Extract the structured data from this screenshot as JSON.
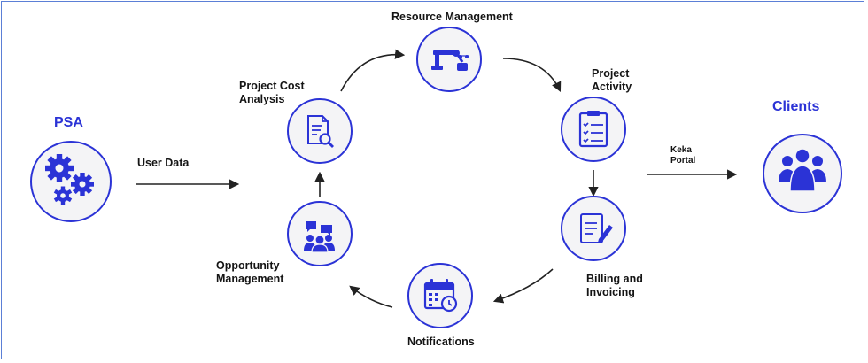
{
  "diagram": {
    "colors": {
      "accent": "#2b33d6",
      "circle_border": "#2b33d6",
      "arrow": "#222222",
      "frame": "#5b7fd6",
      "circle_fill": "#f4f4f6"
    },
    "source": {
      "label": "PSA",
      "icon": "gears-icon"
    },
    "target": {
      "label": "Clients",
      "icon": "users-group-icon"
    },
    "input_label": "User Data",
    "output_label_line1": "Keka",
    "output_label_line2": "Portal",
    "cycle": [
      {
        "line1": "Resource Management",
        "line2": "",
        "icon": "robot-arm-icon"
      },
      {
        "line1": "Project",
        "line2": "Activity",
        "icon": "clipboard-checklist-icon"
      },
      {
        "line1": "Billing and",
        "line2": "Invoicing",
        "icon": "invoice-pencil-icon"
      },
      {
        "line1": "Notifications",
        "line2": "",
        "icon": "calendar-clock-icon"
      },
      {
        "line1": "Opportunity",
        "line2": "Management",
        "icon": "team-chat-icon"
      },
      {
        "line1": "Project Cost",
        "line2": "Analysis",
        "icon": "document-search-icon"
      }
    ]
  }
}
